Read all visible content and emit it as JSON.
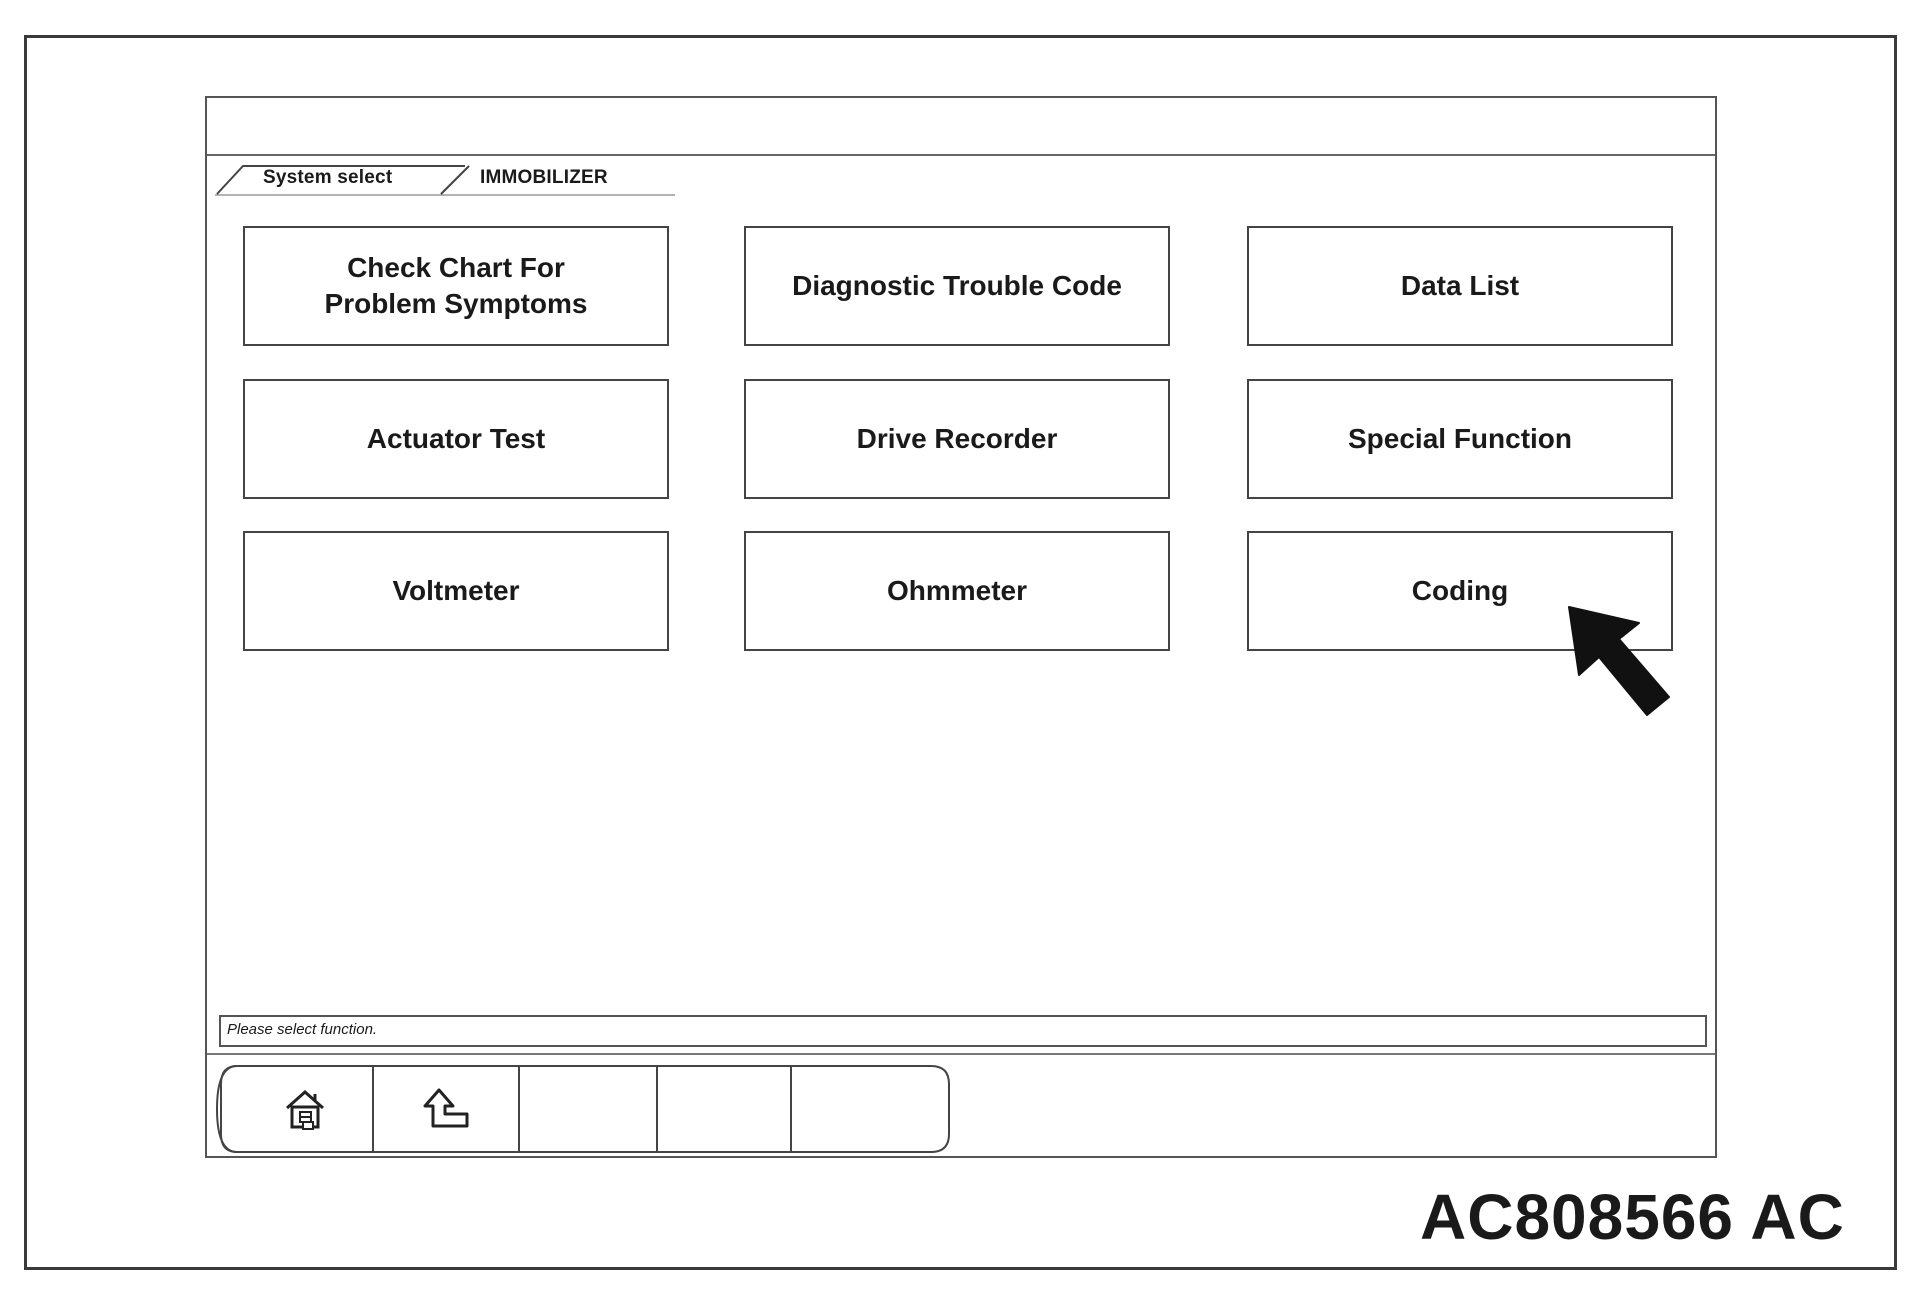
{
  "breadcrumb": {
    "items": [
      "System select",
      "IMMOBILIZER"
    ]
  },
  "functions": [
    {
      "label": "Check Chart For\nProblem Symptoms"
    },
    {
      "label": "Diagnostic Trouble Code"
    },
    {
      "label": "Data List"
    },
    {
      "label": "Actuator Test"
    },
    {
      "label": "Drive Recorder"
    },
    {
      "label": "Special Function"
    },
    {
      "label": "Voltmeter"
    },
    {
      "label": "Ohmmeter"
    },
    {
      "label": "Coding"
    }
  ],
  "status": {
    "message": "Please select function."
  },
  "toolbar": {
    "icons": [
      "home-icon",
      "back-icon"
    ]
  },
  "figure": {
    "id": "AC808566 AC"
  },
  "colors": {
    "border": "#444444",
    "arrow": "#111111",
    "background": "#ffffff"
  }
}
